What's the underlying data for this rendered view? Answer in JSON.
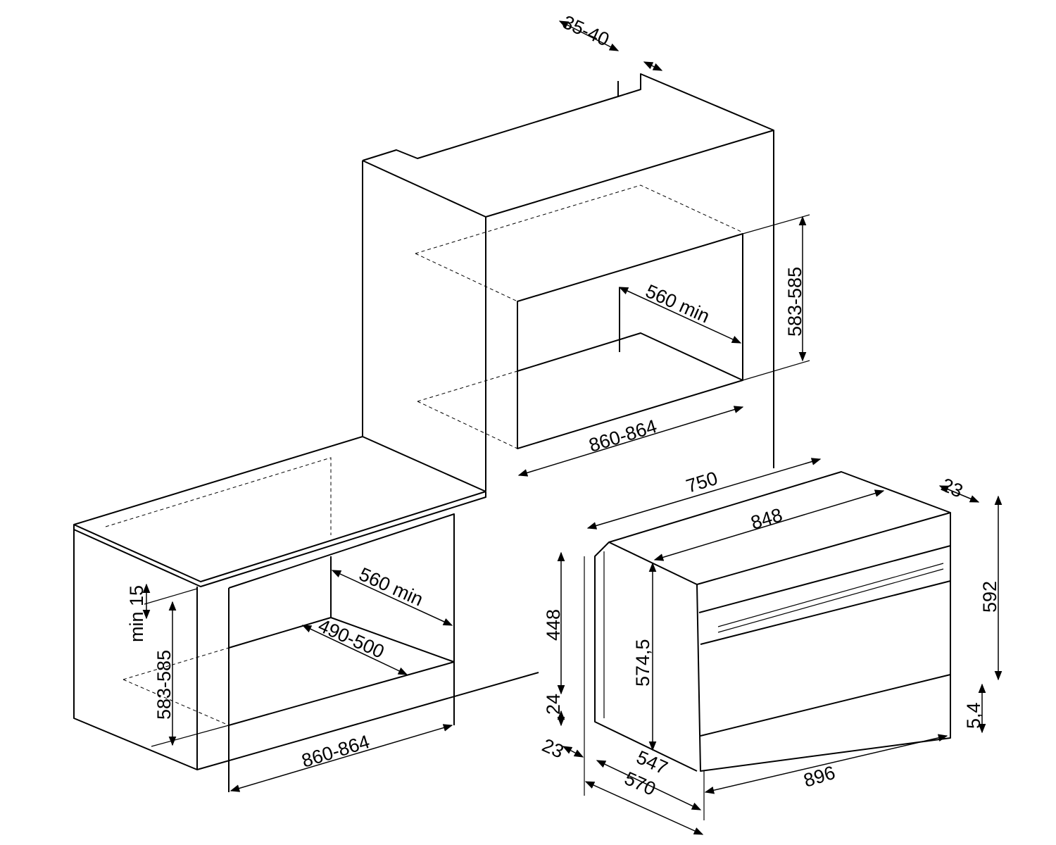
{
  "labels": {
    "top_offset": "35-40",
    "tall_height": "583-585",
    "tall_depth": "560 min",
    "tall_width": "860-864",
    "oven_depth_top": "750",
    "oven_panel_depth": "23",
    "oven_body_width": "848",
    "oven_height": "592",
    "oven_side_height": "448",
    "oven_front_height": "574,5",
    "oven_gap": "24",
    "oven_bottom_offset": "23",
    "oven_foot": "5,4",
    "oven_body_depth": "547",
    "oven_total_depth": "570",
    "oven_front_width": "896",
    "under_min": "min 15",
    "under_height": "583-585",
    "under_depth": "560 min",
    "under_inner_depth": "490-500",
    "under_width": "860-864"
  }
}
